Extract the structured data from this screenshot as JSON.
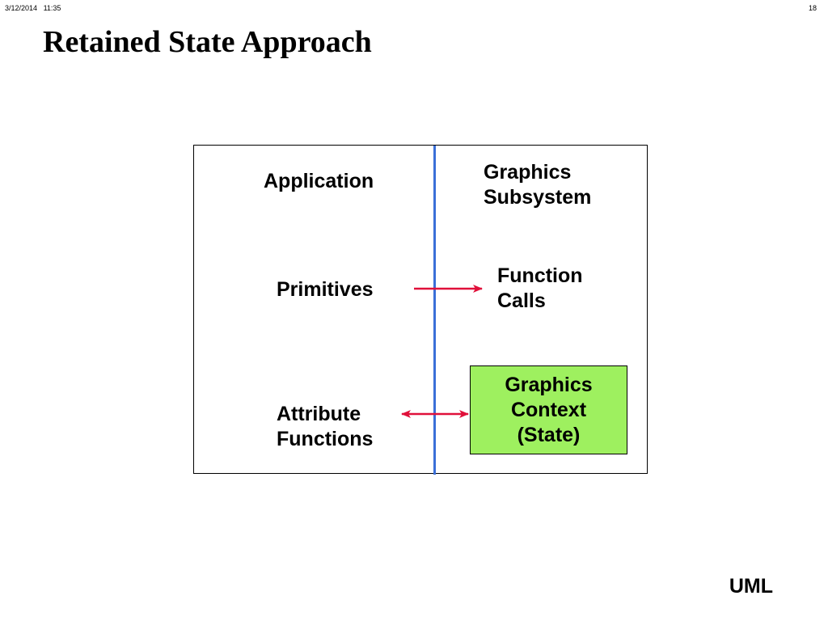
{
  "header": {
    "date": "3/12/2014",
    "time": "11:35",
    "page_number": "18"
  },
  "slide": {
    "title": "Retained State Approach"
  },
  "diagram": {
    "application_label": "Application",
    "subsystem_label": [
      "Graphics",
      "Subsystem"
    ],
    "primitives_label": "Primitives",
    "function_calls_label": [
      "Function",
      "Calls"
    ],
    "attribute_functions_label": [
      "Attribute",
      "Functions"
    ],
    "context_box_label": [
      "Graphics",
      "Context",
      "(State)"
    ],
    "colors": {
      "divider": "#3a6fd8",
      "arrow": "#e0103a",
      "context_fill": "#9ef05f",
      "frame": "#000000"
    }
  },
  "footer": {
    "label": "UML"
  }
}
